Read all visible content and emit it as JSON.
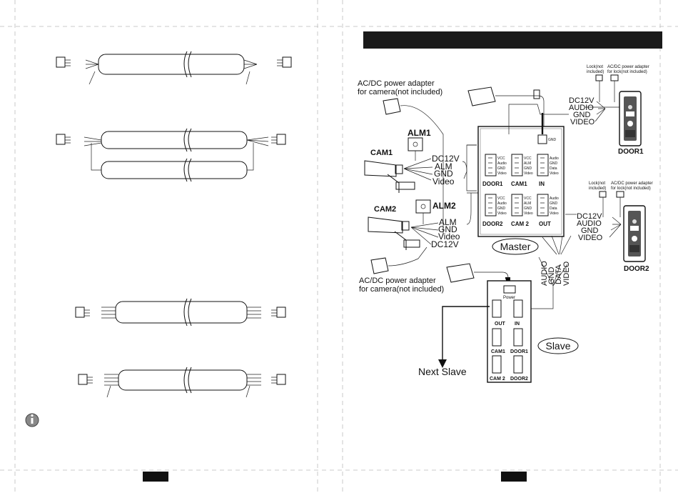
{
  "master": {
    "label": "Master",
    "ports": {
      "door1": {
        "title": "DOOR1",
        "pins": [
          "VCC",
          "Audio",
          "GND",
          "Video"
        ]
      },
      "cam1": {
        "title": "CAM1",
        "pins": [
          "VCC",
          "ALM",
          "GND",
          "Video"
        ]
      },
      "in": {
        "title": "IN",
        "pins": [
          "Audio",
          "GND",
          "Data",
          "Video"
        ]
      },
      "door2": {
        "title": "DOOR2",
        "pins": [
          "VCC",
          "Audio",
          "GND",
          "Video"
        ]
      },
      "cam2": {
        "title": "CAM 2",
        "pins": [
          "VCC",
          "ALM",
          "GND",
          "Video"
        ]
      },
      "out": {
        "title": "OUT",
        "pins": [
          "Audio",
          "GND",
          "Data",
          "Video"
        ]
      },
      "gnd": {
        "pins": [
          "GND"
        ]
      }
    }
  },
  "slave": {
    "label": "Slave",
    "ports": {
      "power": "Power",
      "out": "OUT",
      "in": "IN",
      "cam1": "CAM1",
      "door1": "DOOR1",
      "cam2": "CAM 2",
      "door2": "DOOR2"
    }
  },
  "next_slave": "Next Slave",
  "labels": {
    "adapter_cam_top": [
      "AC/DC power adapter",
      "for camera(not included)"
    ],
    "adapter_cam_bottom": [
      "AC/DC power adapter",
      "for camera(not included)"
    ],
    "cam1": "CAM1",
    "cam2": "CAM2",
    "alm1": "ALM1",
    "alm2": "ALM2",
    "door1": "DOOR1",
    "door2": "DOOR2",
    "lock_top": [
      "Lock(not",
      "included)"
    ],
    "lock_adapter_top": [
      "AC/DC power adapter",
      "for lock(not included)"
    ],
    "lock_bottom": [
      "Lock(not",
      "included)"
    ],
    "lock_adapter_bottom": [
      "AC/DC power adapter",
      "for lock(not included)"
    ]
  },
  "wires": {
    "cam1": [
      "DC12V",
      "ALM",
      "GND",
      "Video"
    ],
    "cam2": [
      "ALM",
      "GND",
      "Video",
      "DC12V"
    ],
    "door1": [
      "DC12V",
      "AUDIO",
      "GND",
      "VIDEO"
    ],
    "door2": [
      "DC12V",
      "AUDIO",
      "GND",
      "VIDEO"
    ],
    "slave": [
      "AUDIO",
      "GND",
      "DATA",
      "VIDEO"
    ]
  },
  "colors": {
    "ink": "#111111",
    "header_bar": "#1a1a1a",
    "cable_fill": "#ffffff",
    "info_icon": "#888888"
  },
  "icons": [
    "info-icon"
  ]
}
